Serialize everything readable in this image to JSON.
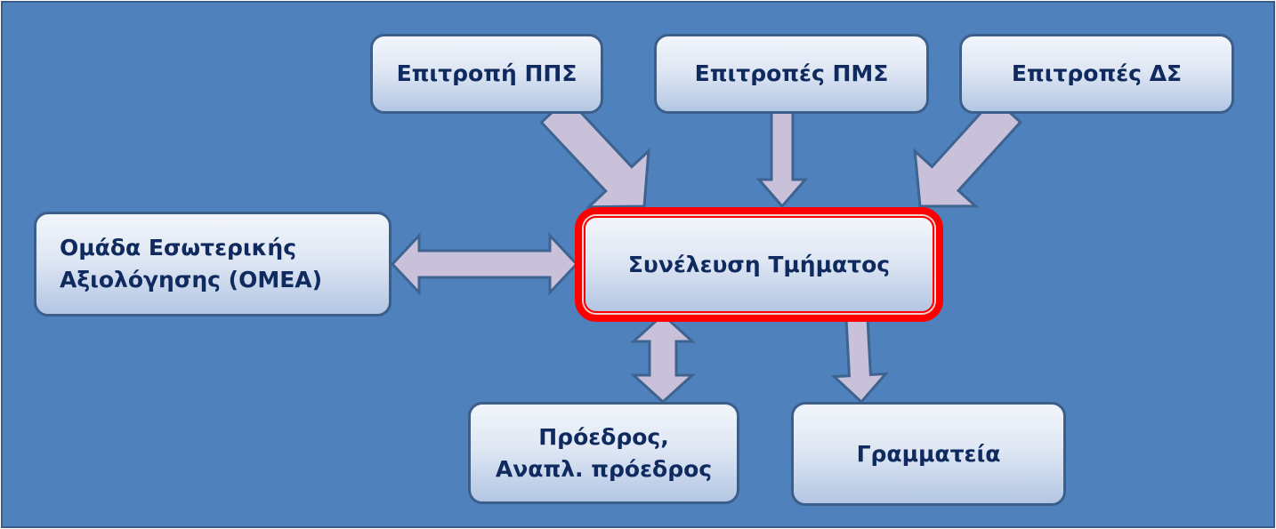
{
  "boxes": {
    "committee_pps": "Επιτροπή ΠΠΣ",
    "committees_pms": "Επιτροπές ΠΜΣ",
    "committees_ds": "Επιτροπές ΔΣ",
    "omea_line1": "Ομάδα Εσωτερικής",
    "omea_line2": "Αξιολόγησης (ΟΜΕΑ)",
    "assembly": "Συνέλευση Τμήματος",
    "president_line1": "Πρόεδρος,",
    "president_line2": "Αναπλ. πρόεδρος",
    "secretariat": "Γραμματεία"
  },
  "colors": {
    "background": "#4f81bd",
    "arrow_fill": "#c9c0da",
    "arrow_stroke": "#3d6390",
    "highlight": "#ff0000",
    "text": "#0f2a5e"
  }
}
